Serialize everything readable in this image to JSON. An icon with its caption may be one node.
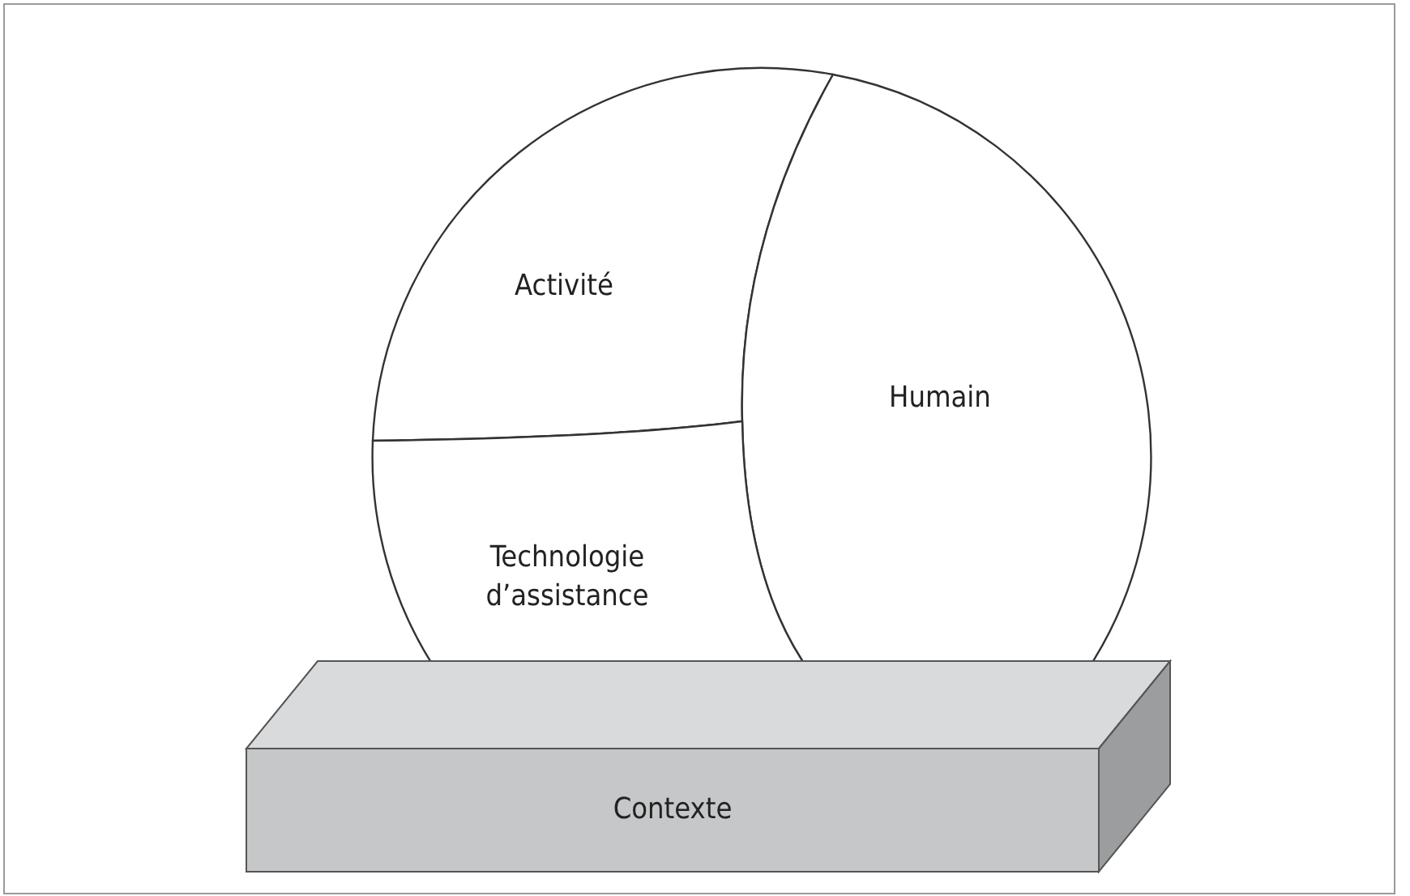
{
  "diagram": {
    "nodes": [
      {
        "text": [
          "Activité"
        ]
      },
      {
        "text": [
          "Humain"
        ]
      },
      {
        "text": [
          "Technologie d’assistance"
        ]
      },
      {
        "text": [
          "Contexte"
        ]
      }
    ],
    "edges": []
  }
}
